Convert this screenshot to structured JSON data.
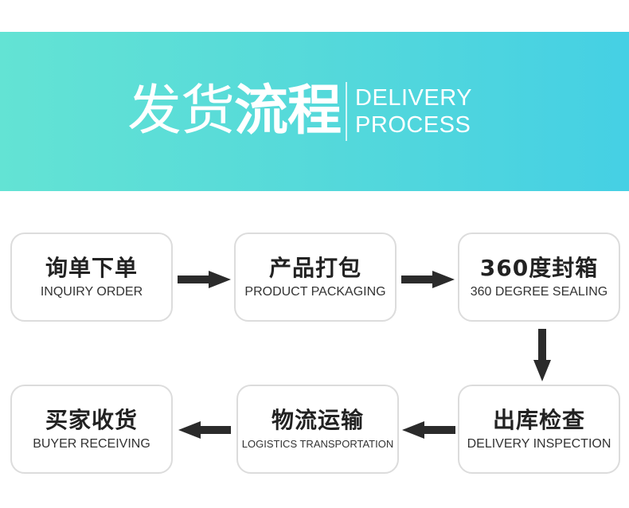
{
  "header": {
    "title_light": "发货",
    "title_bold": "流程",
    "title_en_line1": "DELIVERY",
    "title_en_line2": "PROCESS"
  },
  "steps": [
    {
      "cn": "询单下单",
      "en": "INQUIRY ORDER"
    },
    {
      "cn": "产品打包",
      "en": "PRODUCT PACKAGING"
    },
    {
      "cn": "360度封箱",
      "en": "360 DEGREE SEALING"
    },
    {
      "cn": "出库检查",
      "en": "DELIVERY INSPECTION"
    },
    {
      "cn": "物流运输",
      "en": "LOGISTICS TRANSPORTATION"
    },
    {
      "cn": "买家收货",
      "en": "BUYER RECEIVING"
    }
  ],
  "colors": {
    "banner_start": "#63e3d4",
    "banner_end": "#45d0e4",
    "arrow": "#2b2b2b",
    "box_border": "#dcdcdc"
  }
}
